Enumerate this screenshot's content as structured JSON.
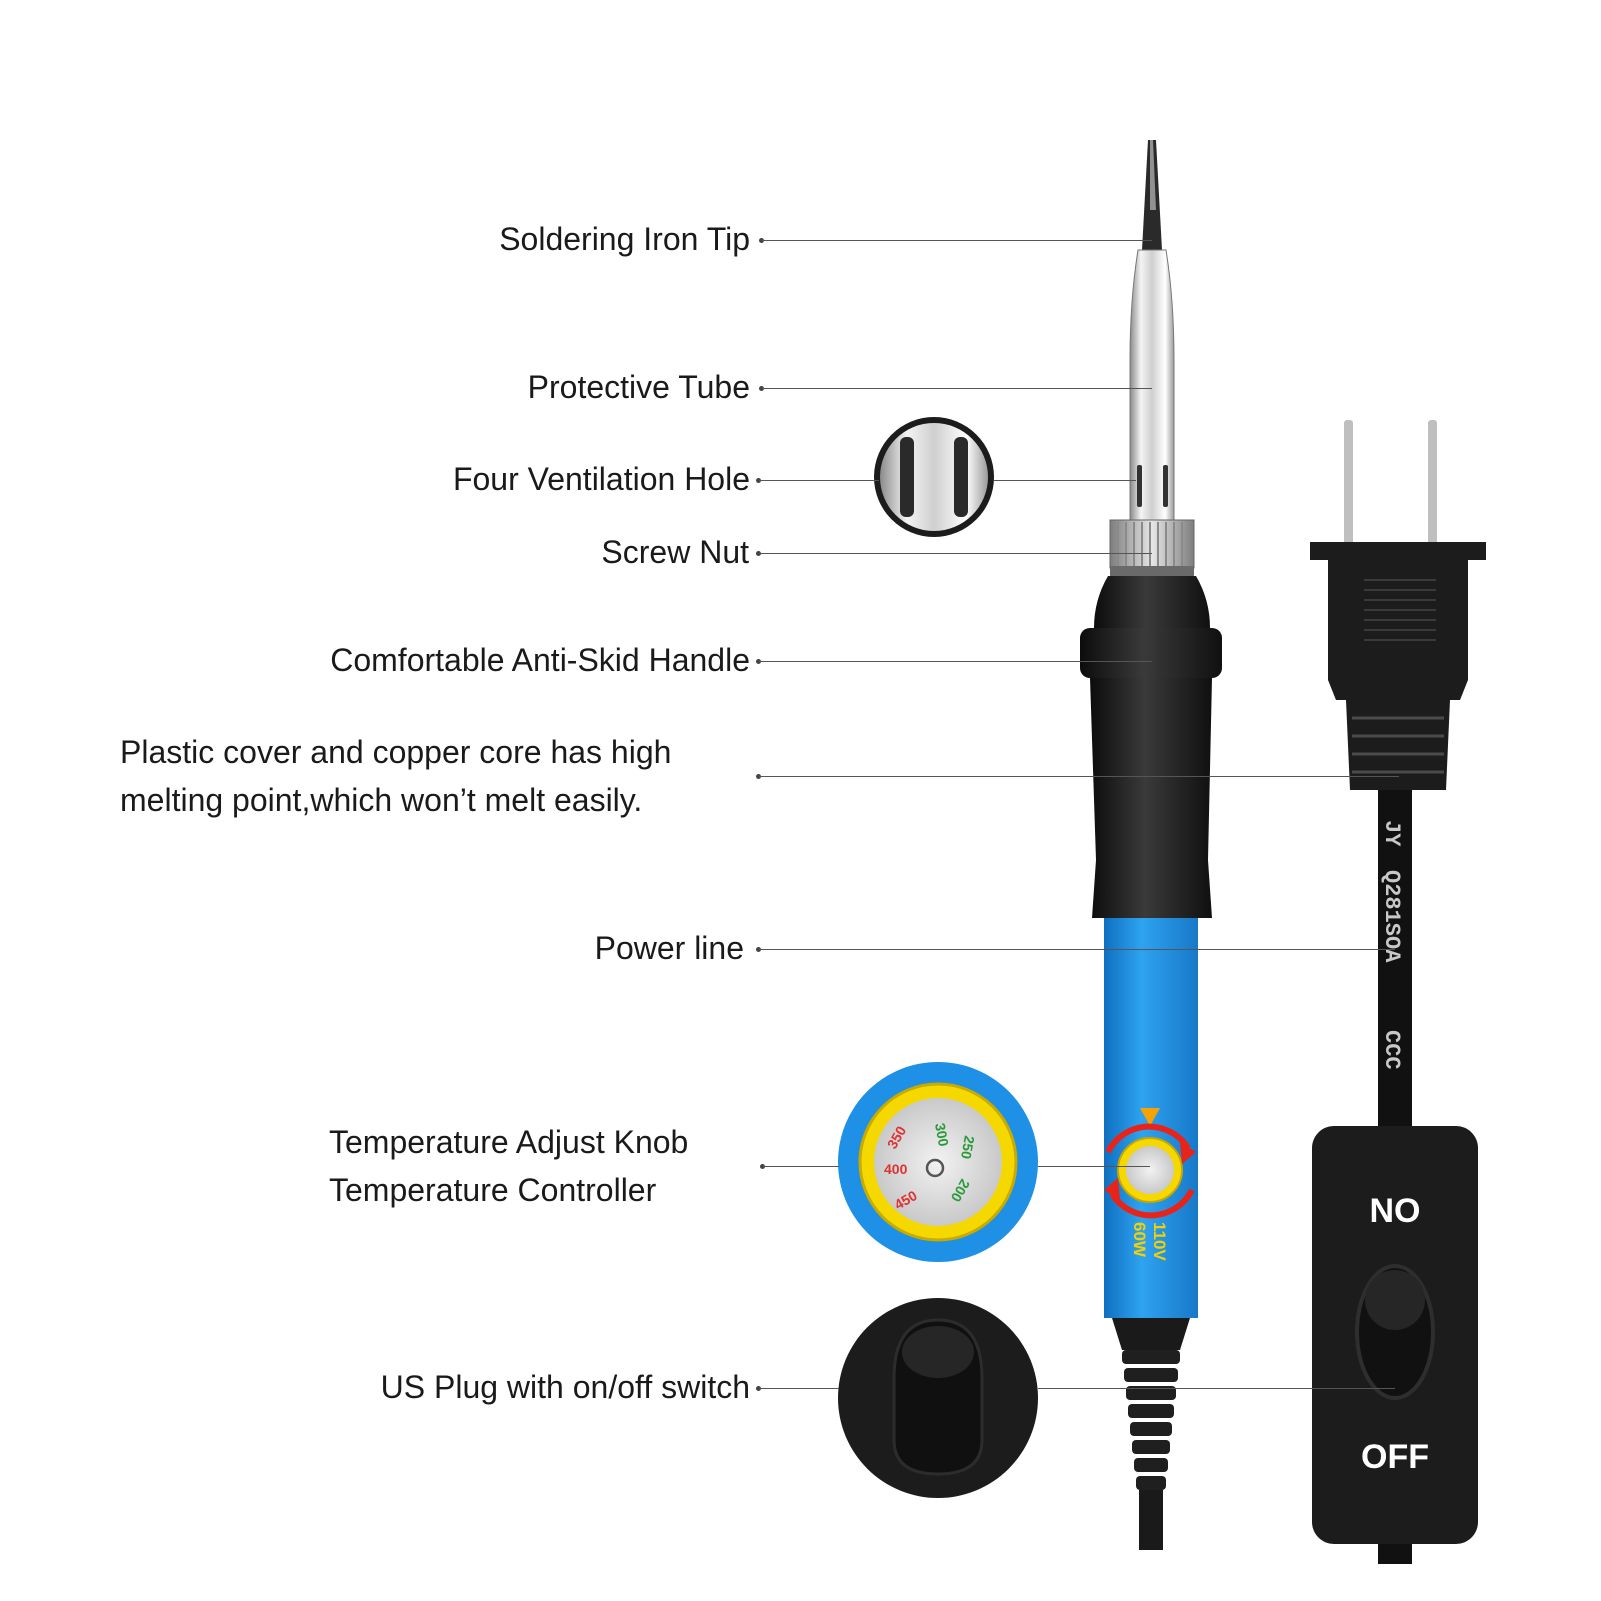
{
  "labels": {
    "tip": "Soldering Iron Tip",
    "tube": "Protective Tube",
    "ventilation": "Four Ventilation Hole",
    "nut": "Screw Nut",
    "handle": "Comfortable Anti-Skid Handle",
    "plastic_line1": "Plastic cover and copper core has high",
    "plastic_line2": "melting point,which won’t melt easily.",
    "power": "Power line",
    "knob_line1": "Temperature Adjust Knob",
    "knob_line2": "Temperature Controller",
    "plug": "US Plug with on/off switch"
  },
  "switch": {
    "on_label": "NO",
    "off_label": "OFF"
  },
  "dial": {
    "marks": [
      "350",
      "300",
      "250",
      "400",
      "200",
      "450"
    ]
  },
  "rating": {
    "voltage": "110V",
    "power": "60W"
  },
  "cable_print": {
    "model": "Q281SOA",
    "cert": "CCC",
    "brand": "JY"
  },
  "colors": {
    "handle_blue": "#1e90e6",
    "knob_yellow": "#f5d800",
    "arrow_red": "#e8231a",
    "body_black": "#1c1c1c"
  },
  "icons": [
    "ventilation-hole-zoom-icon",
    "temperature-knob-zoom-icon",
    "rocker-switch-zoom-icon",
    "us-plug-icon"
  ]
}
